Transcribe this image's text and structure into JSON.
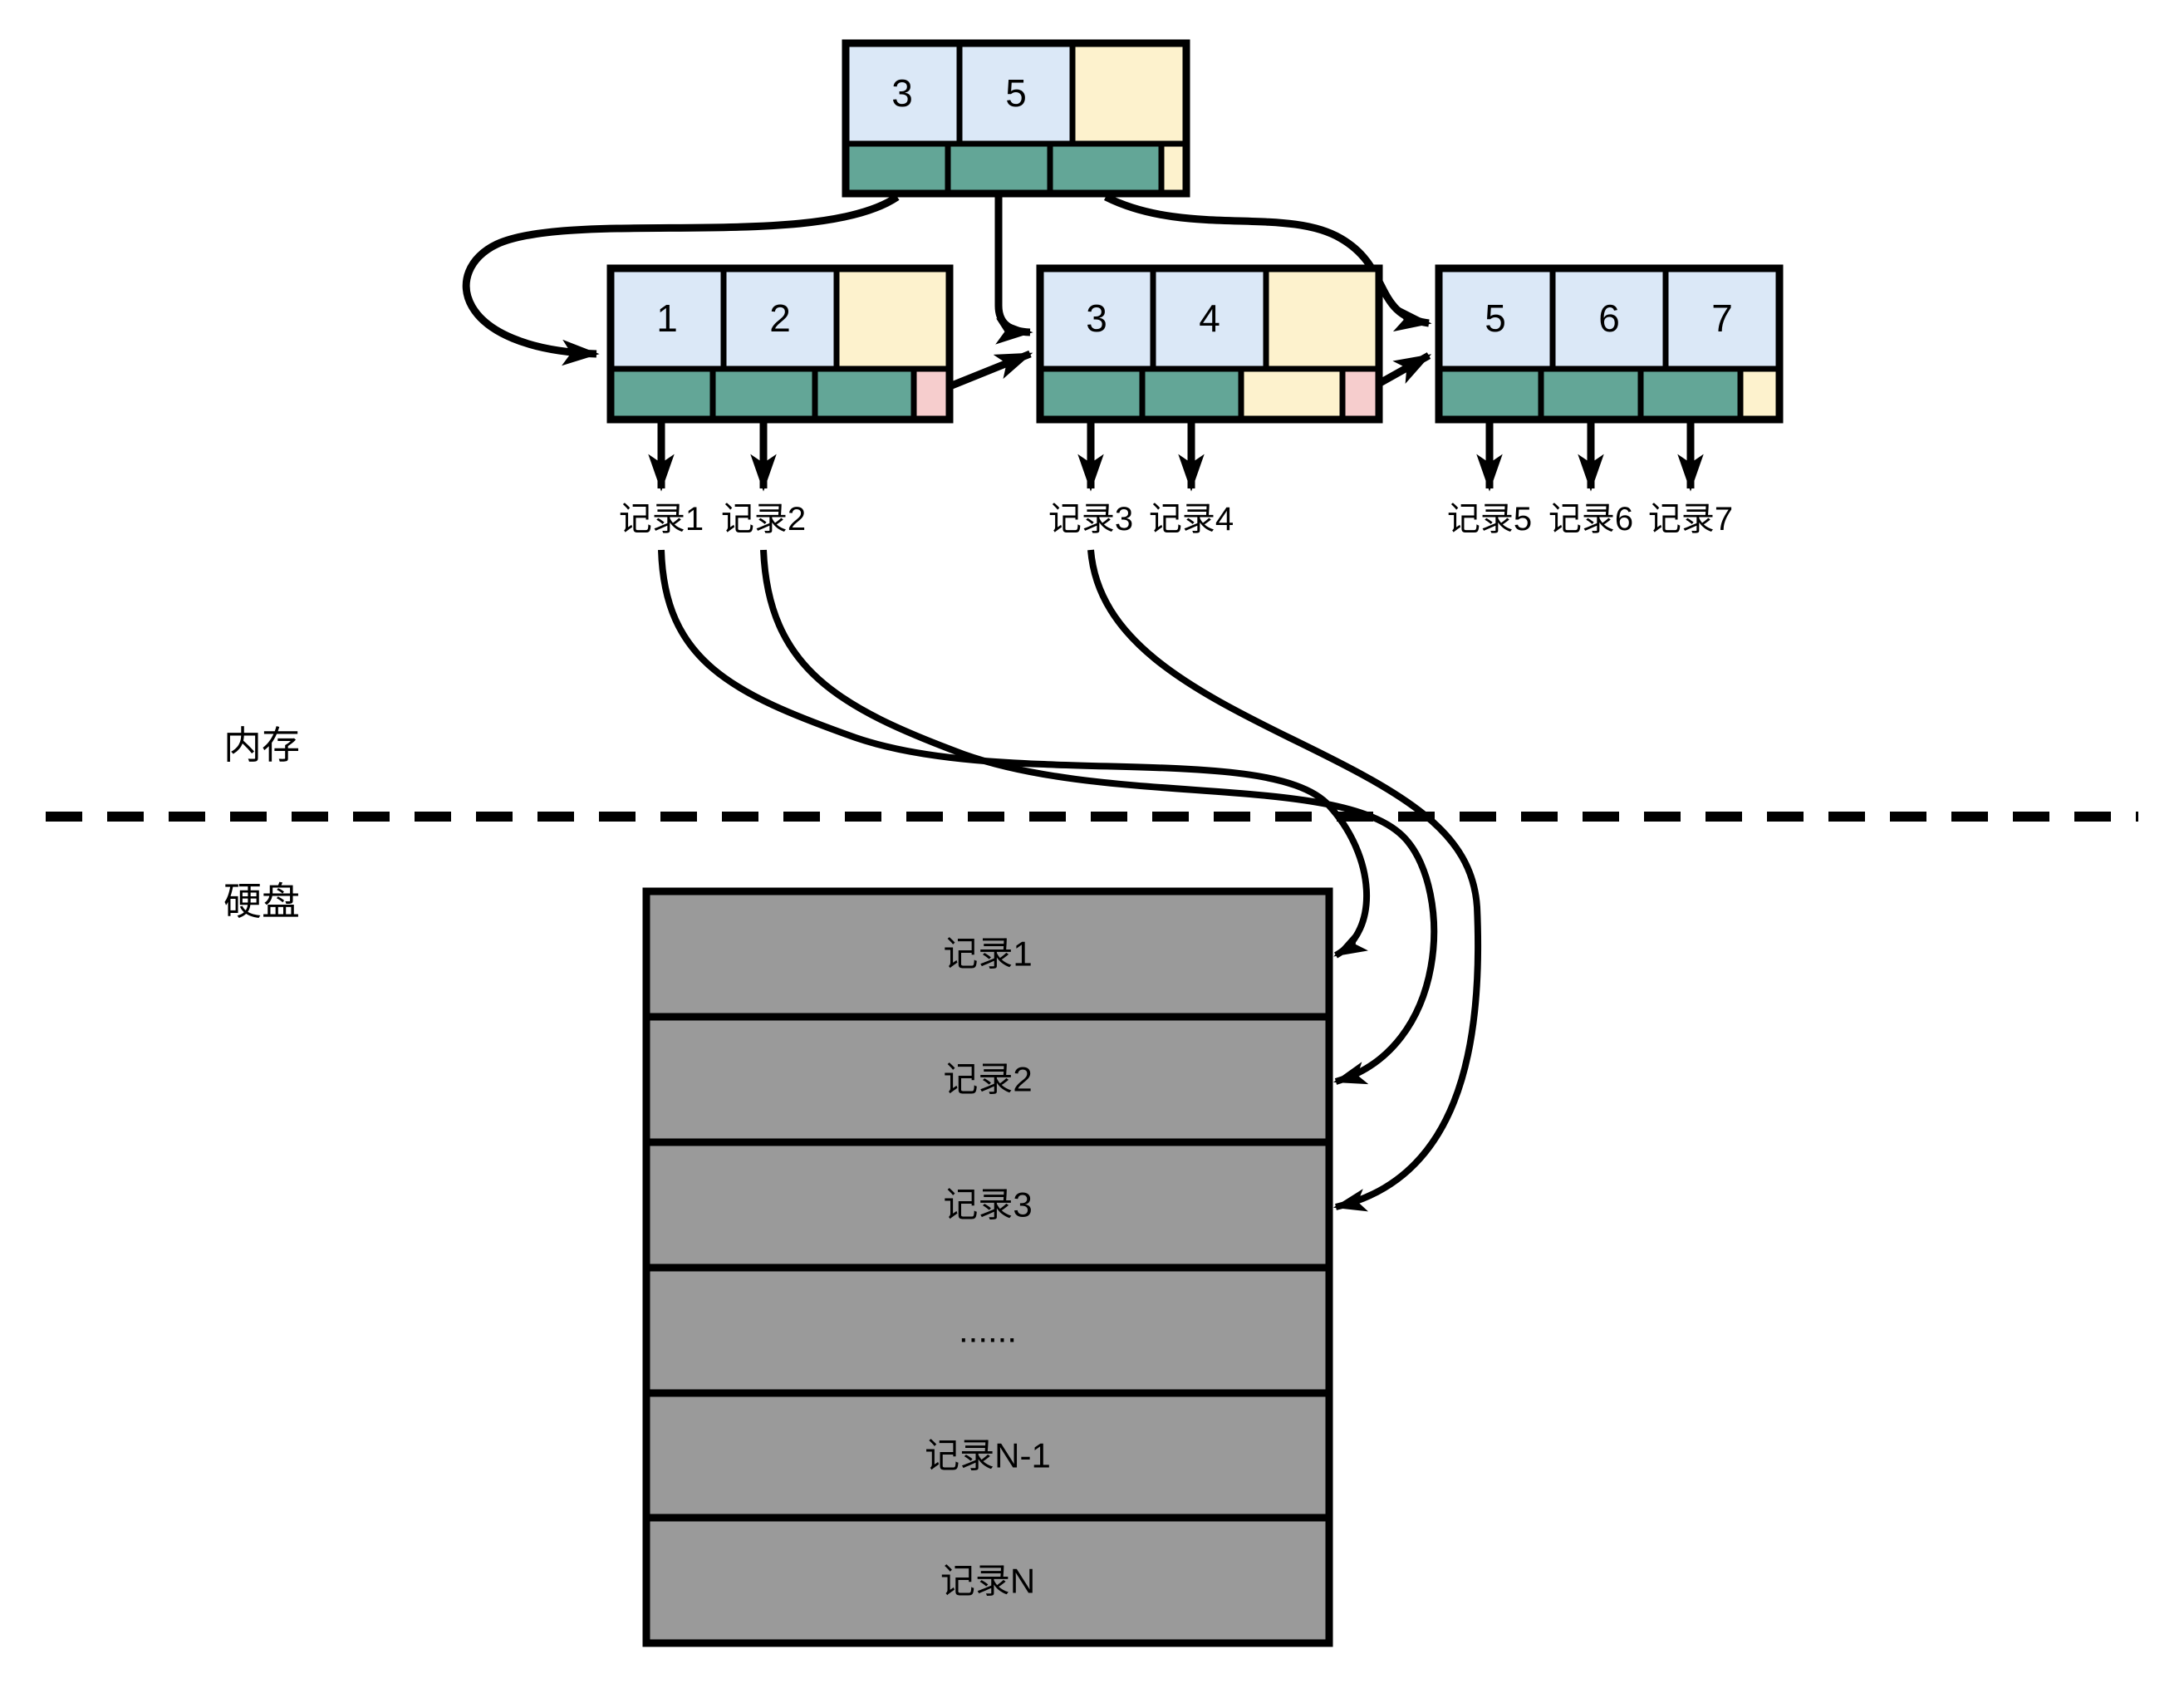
{
  "diagram": {
    "title": "B-tree index in memory pointing to records on disk",
    "memory_label": "内存",
    "disk_label": "硬盘",
    "colors": {
      "key_cell": "#dbe8f7",
      "empty_cell": "#fdf2cd",
      "pointer_cell": "#63a697",
      "next_pointer_cell": "#f6cdcd",
      "disk_row": "#9a9a9a",
      "line": "#000000"
    },
    "root": {
      "keys": [
        "3",
        "5"
      ]
    },
    "leaves": [
      {
        "keys": [
          "1",
          "2"
        ],
        "records": [
          "记录1",
          "记录2"
        ]
      },
      {
        "keys": [
          "3",
          "4"
        ],
        "records": [
          "记录3",
          "记录4"
        ]
      },
      {
        "keys": [
          "5",
          "6",
          "7"
        ],
        "records": [
          "记录5",
          "记录6",
          "记录7"
        ]
      }
    ],
    "disk_rows": [
      "记录1",
      "记录2",
      "记录3",
      "......",
      "记录N-1",
      "记录N"
    ]
  }
}
